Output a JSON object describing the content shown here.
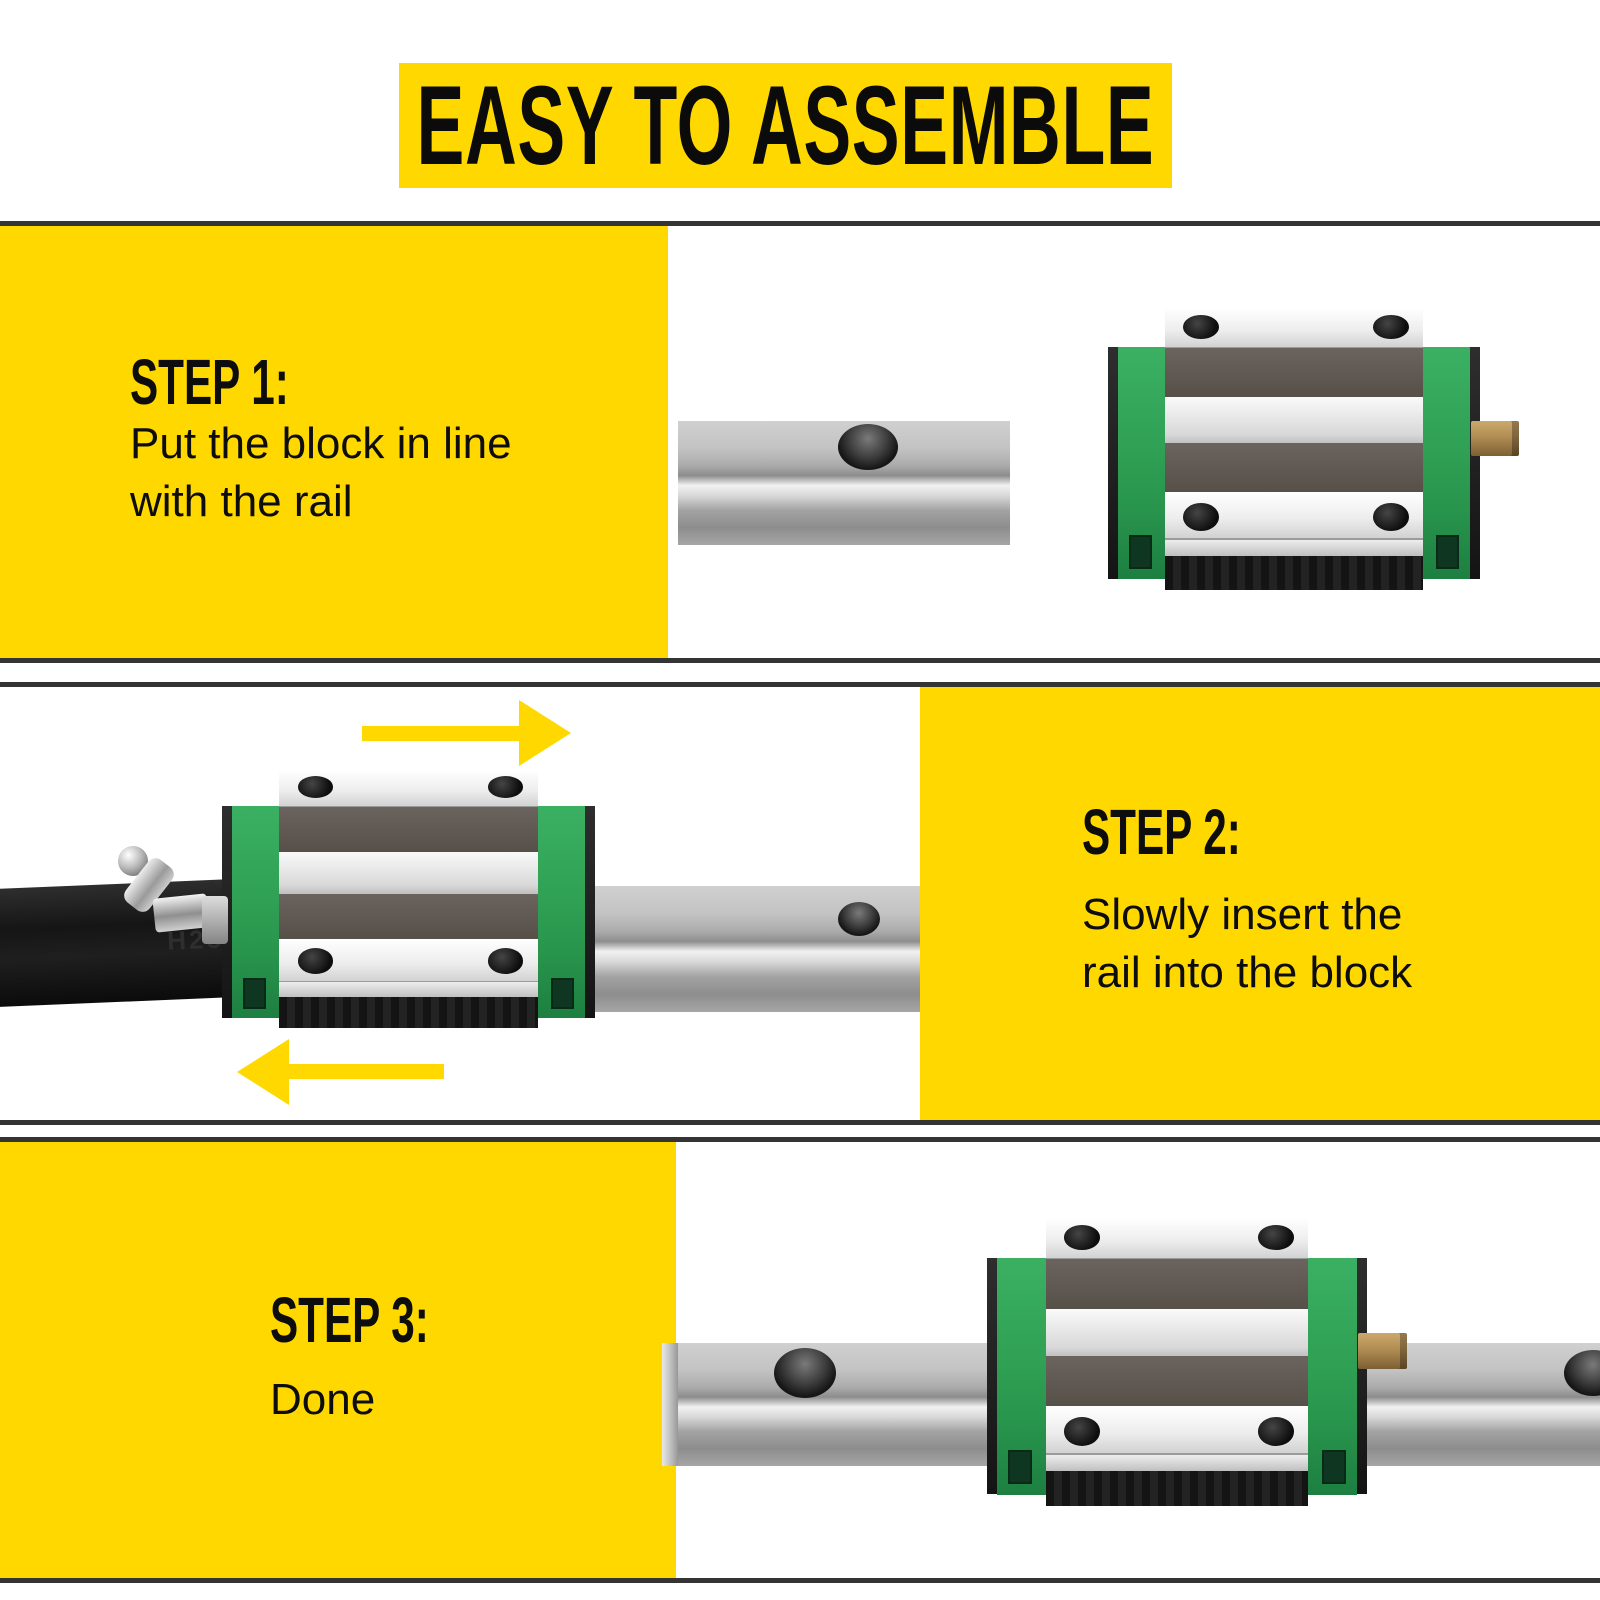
{
  "banner": {
    "title": "EASY TO ASSEMBLE",
    "background": "#FFD800",
    "text_color": "#0B0B0B"
  },
  "steps": [
    {
      "id": 1,
      "label": "STEP 1:",
      "lines": [
        "Put the block in line",
        "with the rail"
      ]
    },
    {
      "id": 2,
      "label": "STEP 2:",
      "lines": [
        "Slowly insert the",
        "rail into the block"
      ]
    },
    {
      "id": 3,
      "label": "STEP 3:",
      "lines": [
        "Done"
      ]
    }
  ],
  "illustrations": {
    "step2": {
      "rail_marking": "H25"
    }
  },
  "colors": {
    "panel_yellow": "#FFD800",
    "divider": "#343434",
    "block_green": "#2F9E52",
    "stripe_dark": "#5B5550",
    "plate_silver": "#ECECEC",
    "rail_silver": "#B9B9B9",
    "dust_strip_black": "#151515",
    "brass_pin": "#B18D53",
    "arrow_yellow": "#FFD800"
  }
}
